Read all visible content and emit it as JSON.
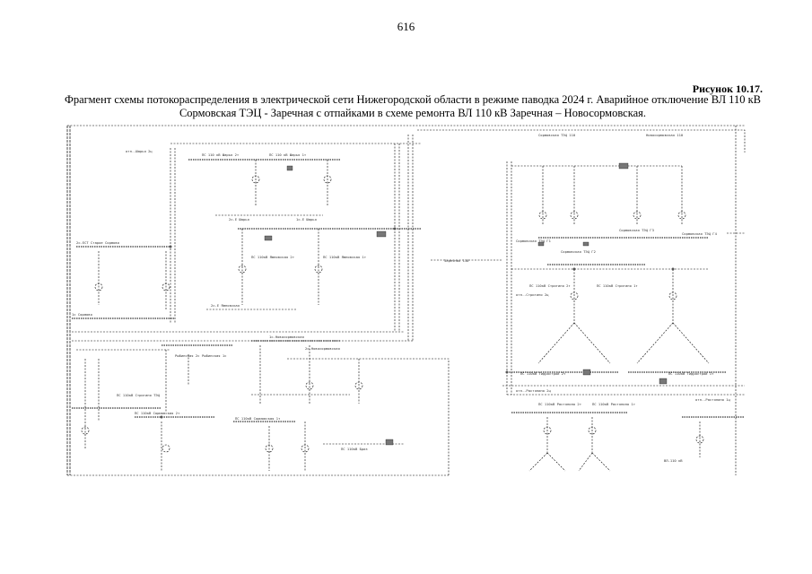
{
  "page": {
    "number": "616"
  },
  "figure": {
    "label": "Рисунок 10.17.",
    "caption_lines": [
      "Фрагмент схемы потокораспределения в электрической сети Нижегородской области в режиме паводка 2024 г. Аварийное отключение ВЛ 110 кВ",
      "Сормовская ТЭЦ - Заречная с отпайками в схеме ремонта ВЛ 110 кВ Заречная – Новосормовская."
    ]
  },
  "diagram_labels": [
    "Сормовская ТЭЦ 110",
    "Новосормовская 110",
    "отп.-Шарья 2ц",
    "ПС 110 кВ Шарья 2т",
    "ПС 110 кВ Шарья 1т",
    "2с.Е Шарья",
    "1с.Е Шарья",
    "ПС 110кВ Ямновская 2т",
    "ПС 110кВ Ямновская 1т",
    "2с.Е Ямновская",
    "отп.-Стригино 2ц",
    "ПС 110кВ Стригино 2т",
    "ПС 110кВ Стригино 1т",
    "отп.-Растяпино 2ц",
    "отп.-Растяпино 1ц",
    "ПС 110кВ Растяпино 2т",
    "ПС 110кВ Растяпино 1т",
    "Рыбинская 2с",
    "Рыбинская 1с",
    "Заречная 110",
    "ПС 110кВ Сормовская 2т",
    "ПС 110кВ Сормовская 1т",
    "2с.ЕСТ Старое Сормово",
    "1с Сормово",
    "1с.Новосормовская",
    "2с.Новосормовская",
    "ПС 110кВ Стригино ТЭЦ",
    "ПС 110кВ Бриз",
    "Сормовская ТЭЦ Г1",
    "Сормовская ТЭЦ Г2",
    "Сормовская ТЭЦ Г3",
    "Сормовская ТЭЦ Г4",
    "ПС 110кВ Гидрострой 2т",
    "ПС 110кВ Гидрострой 1т",
    "ВЛ-110 кВ"
  ]
}
